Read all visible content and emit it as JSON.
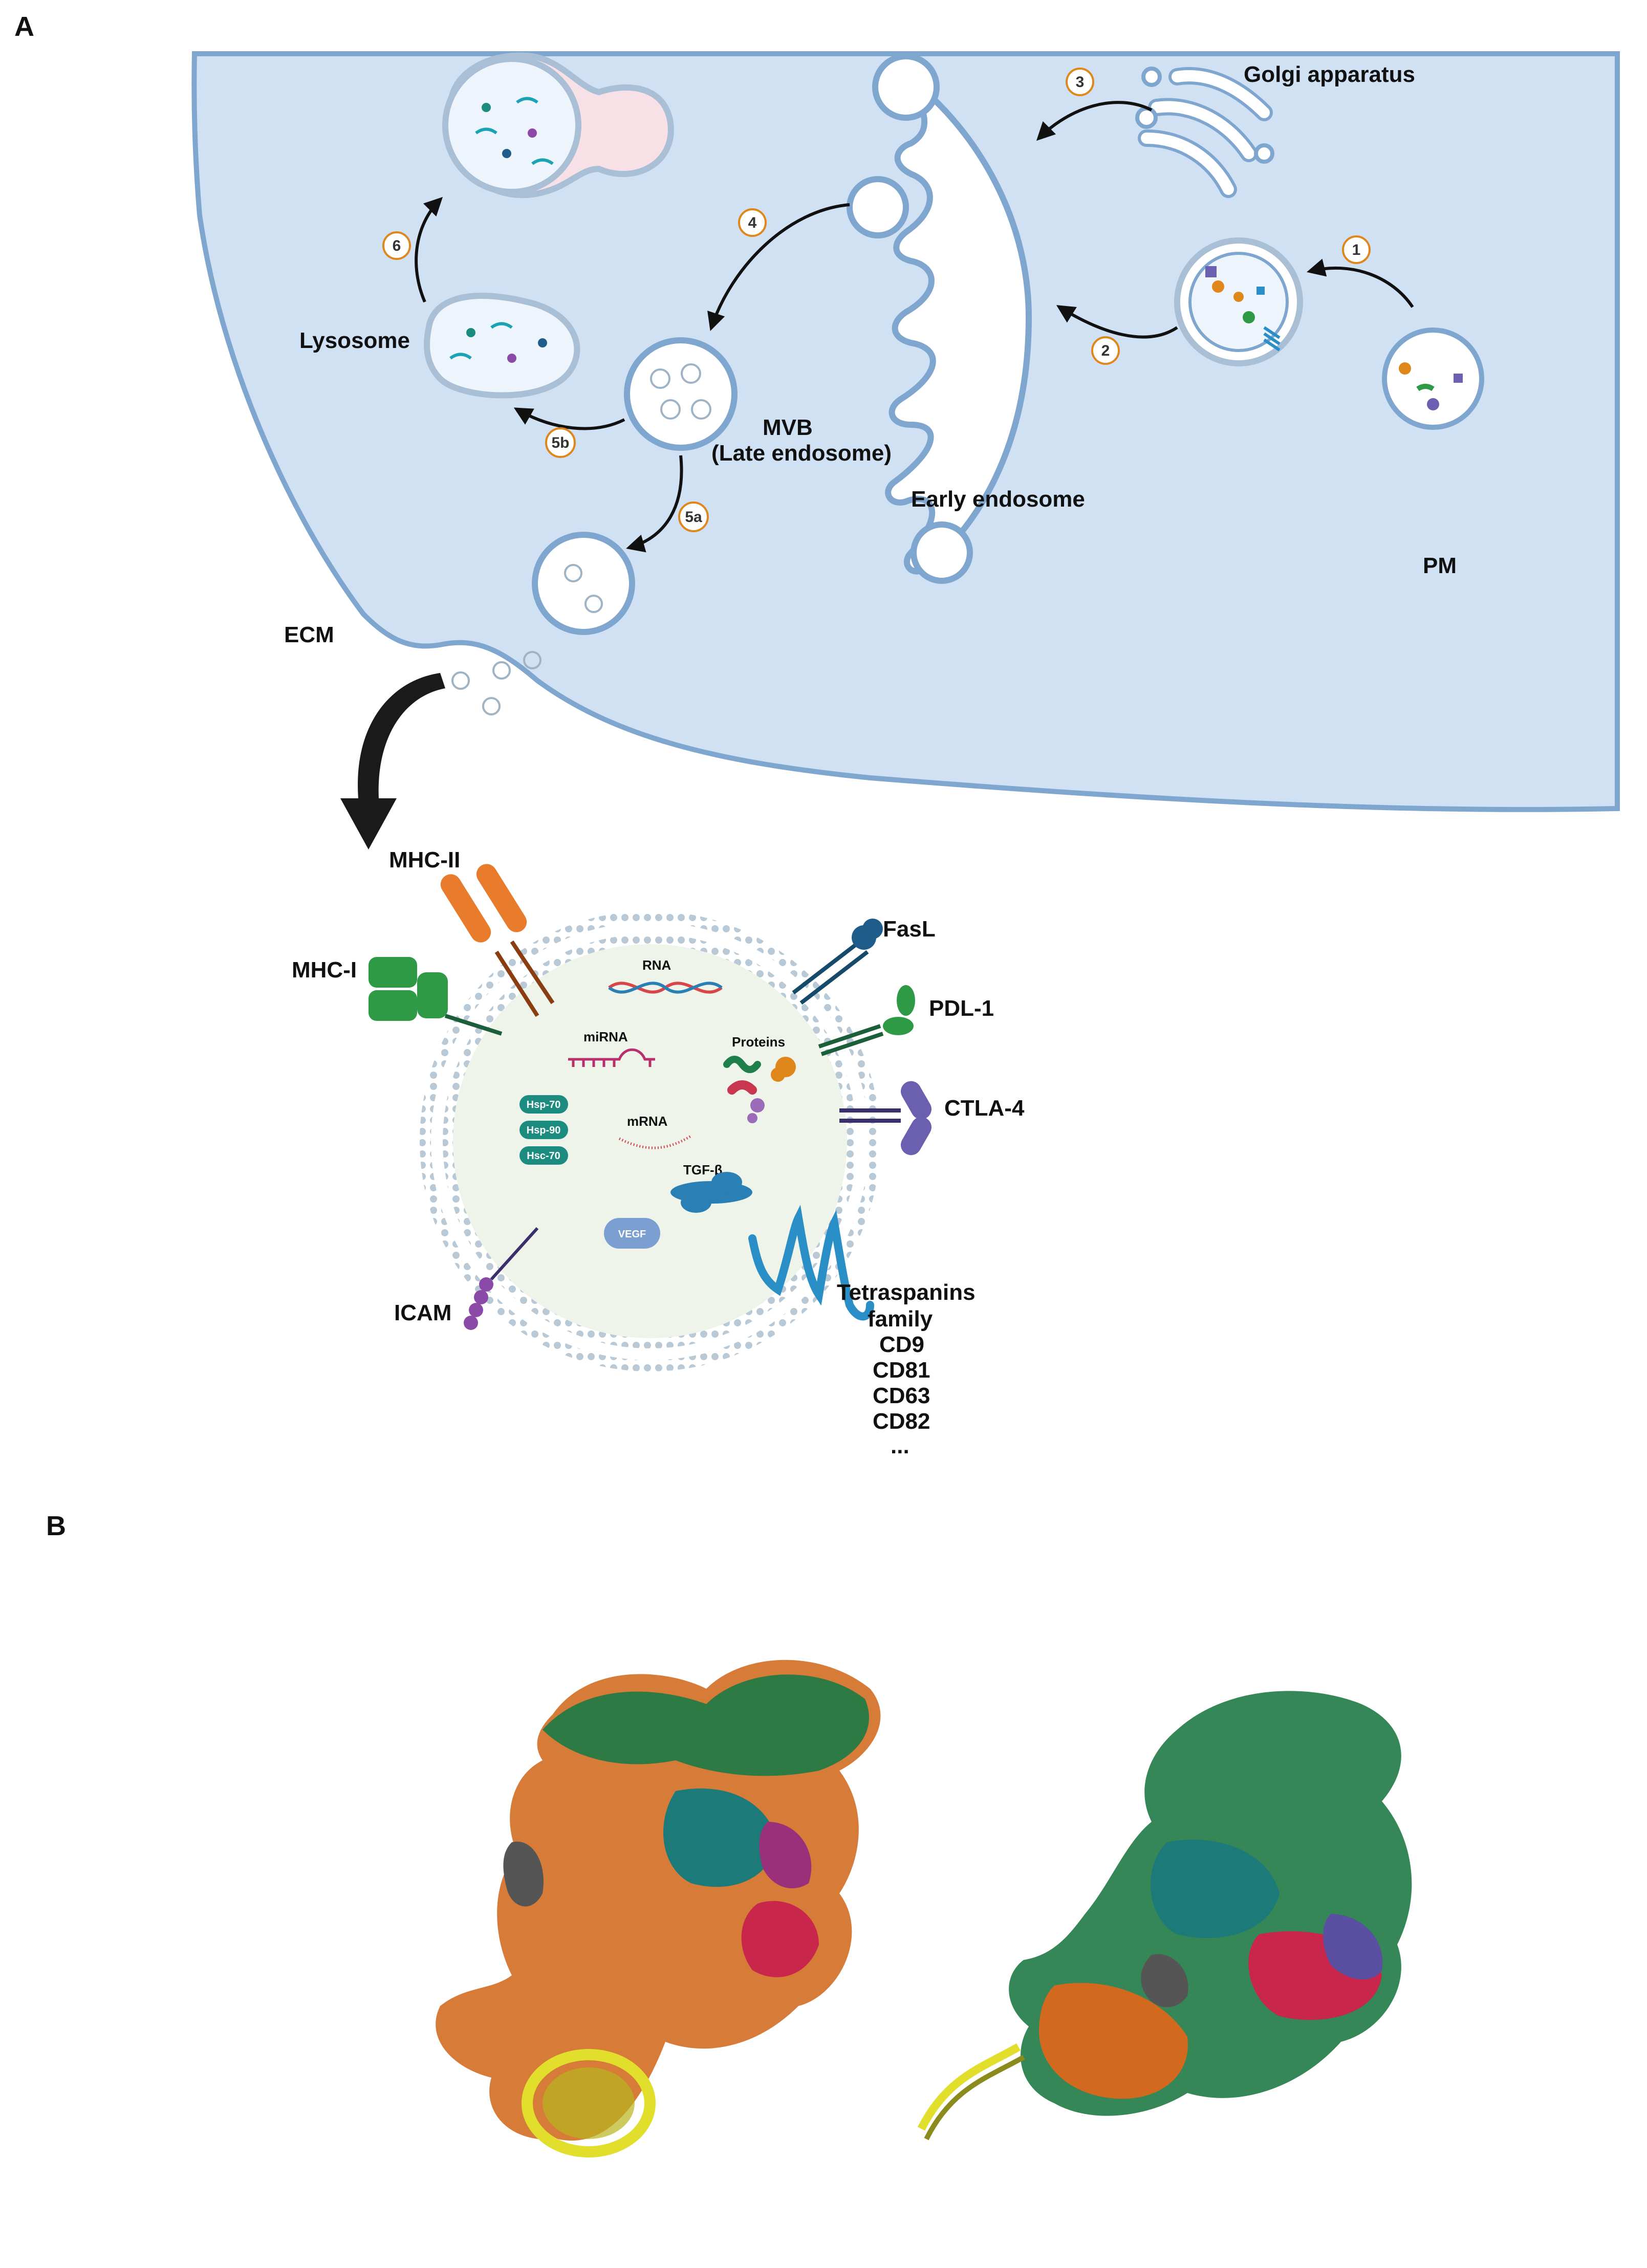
{
  "panels": {
    "a": {
      "letter": "A"
    },
    "b": {
      "letter": "B"
    }
  },
  "cell": {
    "golgi": "Golgi apparatus",
    "lysosome": "Lysosome",
    "mvb_line1": "MVB",
    "mvb_line2": "(Late endosome)",
    "early_endosome": "Early endosome",
    "pm": "PM",
    "ecm": "ECM",
    "steps": [
      "1",
      "2",
      "3",
      "4",
      "5a",
      "5b",
      "6"
    ]
  },
  "exosome": {
    "surface_labels": {
      "mhc_ii": "MHC-II",
      "mhc_i": "MHC-I",
      "fasl": "FasL",
      "pdl1": "PDL-1",
      "ctla4": "CTLA-4",
      "icam": "ICAM"
    },
    "cargo": {
      "rna": "RNA",
      "mirna": "miRNA",
      "proteins": "Proteins",
      "mrna": "mRNA",
      "tgfb": "TGF-β",
      "vegf": "VEGF",
      "hsp70": "Hsp-70",
      "hsp90": "Hsp-90",
      "hsc70": "Hsc-70"
    },
    "tetraspanins": [
      "Tetraspanins",
      "family",
      "CD9",
      "CD81",
      "CD63",
      "CD82",
      "..."
    ]
  },
  "colors": {
    "cytoplasm": "#cfe1f3",
    "membrane": "#7fa6cf",
    "vesicle_fill": "#ffffff",
    "lysosome_fill": "#f7e1e6",
    "exosome_fill": "#eef4ea",
    "mhc_ii": "#e87b2c",
    "mhc_i": "#2e9a46",
    "fasl": "#1f5c8a",
    "pdl1": "#2e9a46",
    "ctla4": "#6b5fb0",
    "icam": "#8b4aa8",
    "tetraspanin": "#2a8fc7",
    "hsp_chip": "#1c8b80",
    "tgfb": "#2a7fb5",
    "vegf": "#7b9fd1",
    "protein_orange": "#e0871b",
    "protein_green": "#1e7f4a",
    "protein_red": "#c8364f",
    "protein_purple": "#9b6ab8",
    "structure_green": "#1f7a45",
    "structure_teal": "#1c7a78",
    "structure_orange": "#d2691e",
    "structure_red": "#c8264a",
    "structure_grey": "#555555",
    "dna_yellow": "#e1df2c"
  }
}
